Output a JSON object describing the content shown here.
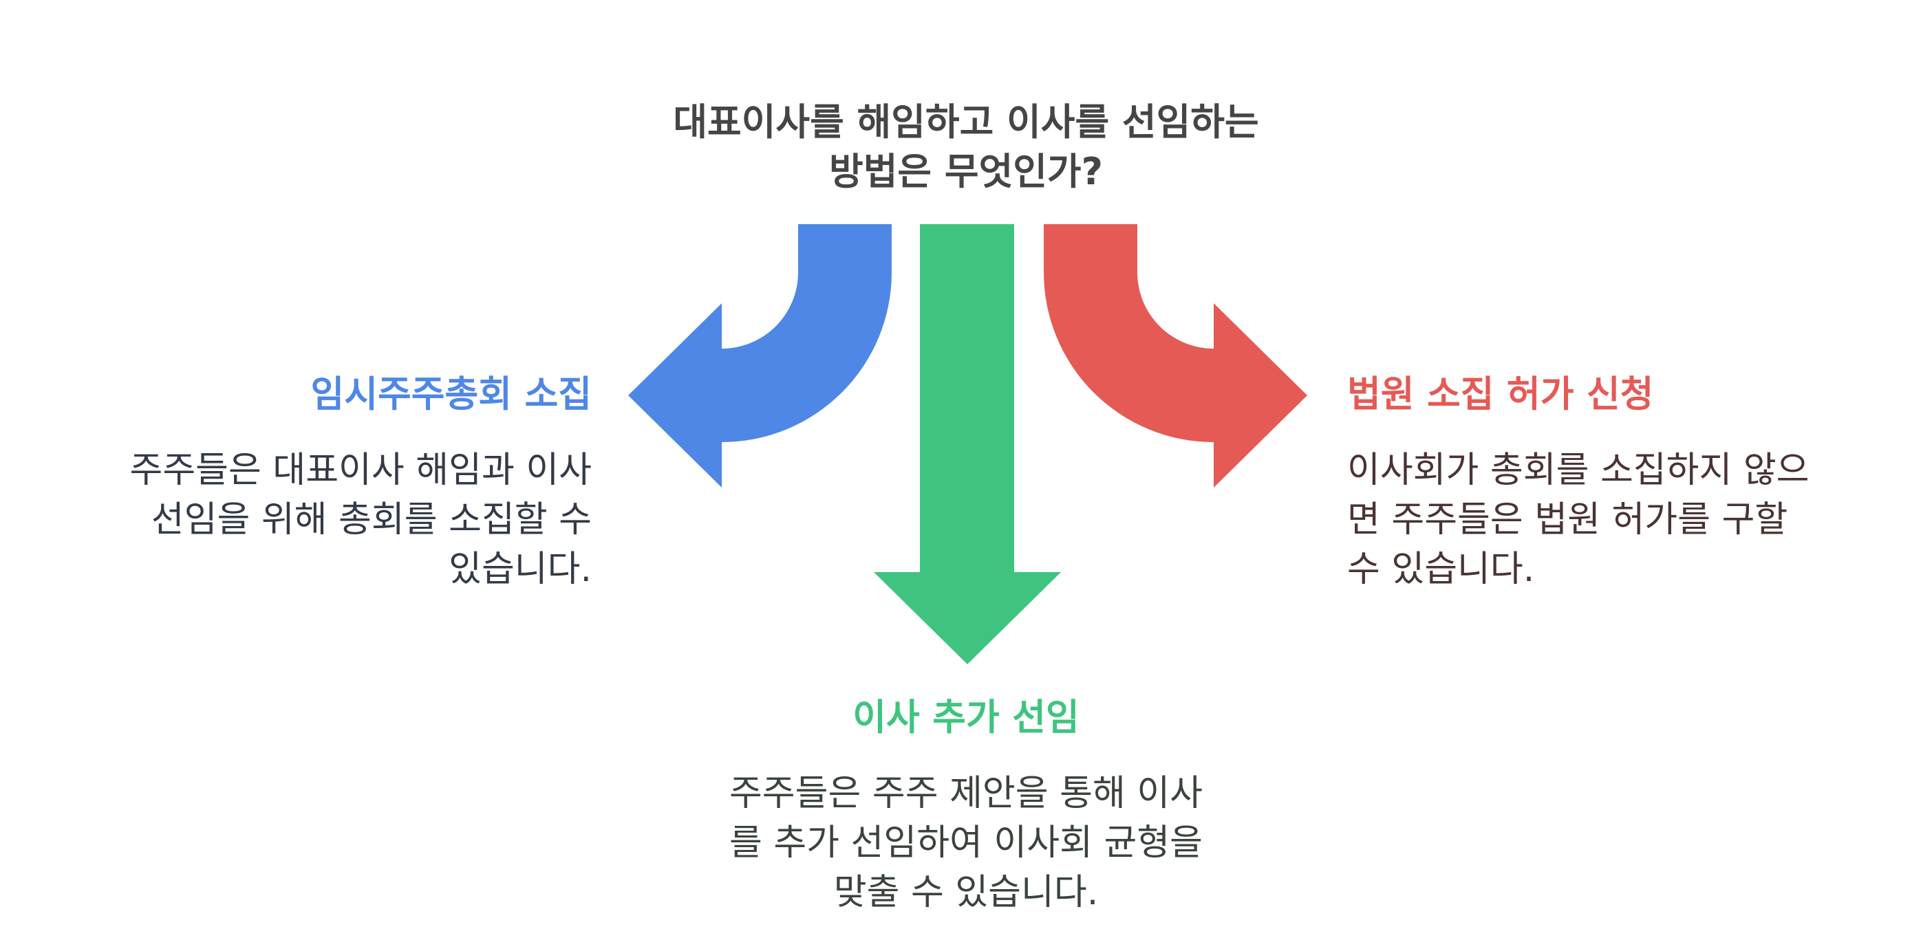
{
  "title_lines": [
    "대표이사를 해임하고 이사를 선임하는",
    "방법은 무엇인가?"
  ],
  "colors": {
    "left": "#4f87e6",
    "center": "#3ec47f",
    "right": "#e55a55",
    "title": "#454545"
  },
  "branches": {
    "left": {
      "title": "임시주주총회 소집",
      "desc_lines": [
        "주주들은 대표이사 해임과 이사",
        "선임을 위해 총회를 소집할 수",
        "있습니다."
      ]
    },
    "center": {
      "title": "이사 추가 선임",
      "desc_lines": [
        "주주들은 주주 제안을 통해 이사",
        "를 추가 선임하여 이사회 균형을",
        "맞출 수 있습니다."
      ]
    },
    "right": {
      "title": "법원 소집 허가 신청",
      "desc_lines": [
        "이사회가 총회를 소집하지 않으",
        "면 주주들은 법원 허가를 구할",
        "수 있습니다."
      ]
    }
  }
}
